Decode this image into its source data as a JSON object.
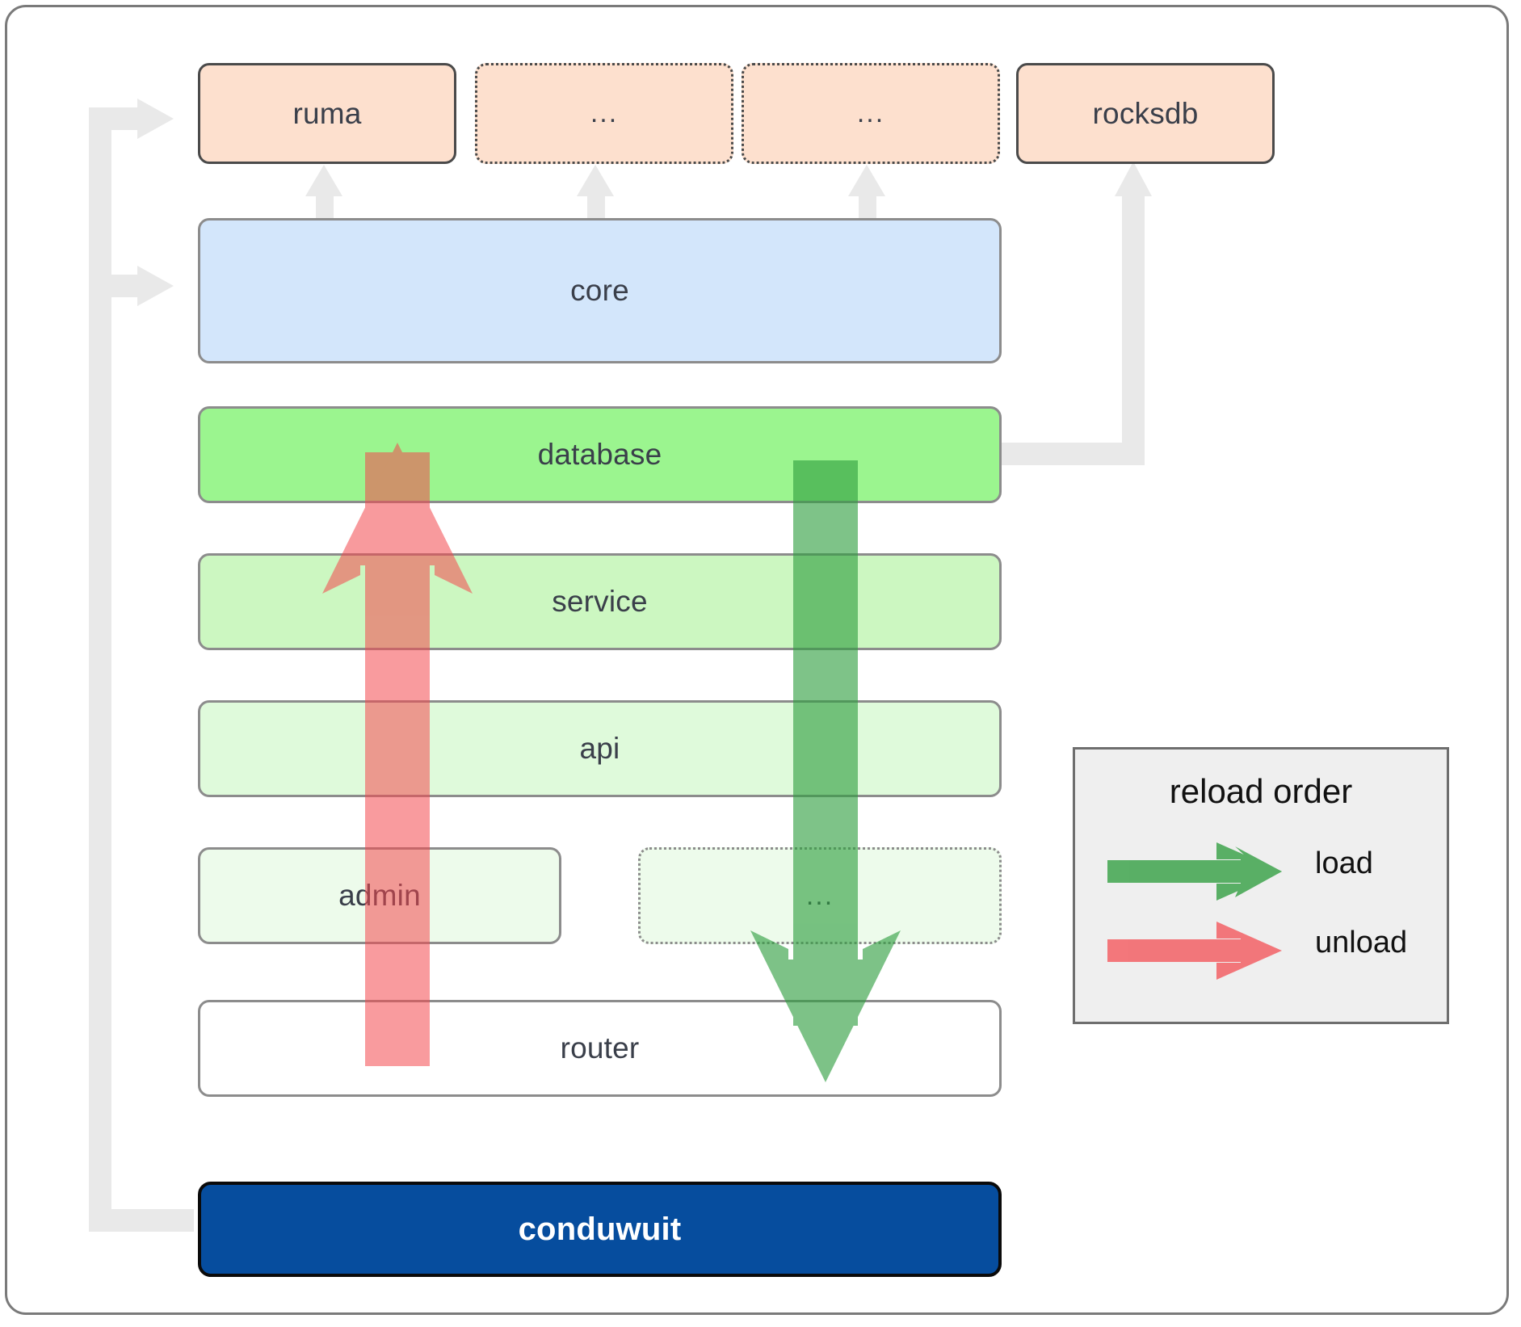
{
  "diagram": {
    "title": "conduwuit crate architecture / reload order",
    "external_crates": [
      {
        "id": "ruma",
        "label": "ruma",
        "style": "solid"
      },
      {
        "id": "ext-a",
        "label": "...",
        "style": "dotted"
      },
      {
        "id": "ext-b",
        "label": "...",
        "style": "dotted"
      },
      {
        "id": "rocksdb",
        "label": "rocksdb",
        "style": "solid"
      }
    ],
    "core_layer": {
      "id": "core",
      "label": "core"
    },
    "stack_layers": [
      {
        "id": "database",
        "label": "database",
        "style": "solid"
      },
      {
        "id": "service",
        "label": "service",
        "style": "solid"
      },
      {
        "id": "api",
        "label": "api",
        "style": "solid"
      },
      {
        "id": "admin",
        "label": "admin",
        "style": "solid"
      },
      {
        "id": "stack-ext",
        "label": "...",
        "style": "dotted"
      },
      {
        "id": "router",
        "label": "router",
        "style": "solid"
      }
    ],
    "binary": {
      "id": "conduwuit",
      "label": "conduwuit"
    },
    "legend": {
      "title": "reload order",
      "entries": [
        {
          "id": "load",
          "label": "load",
          "color": "#4caf50"
        },
        {
          "id": "unload",
          "label": "unload",
          "color": "#f4676b"
        }
      ]
    },
    "colors": {
      "peach": "#fde0ce",
      "blue": "#d3e6fb",
      "green_database": "#9bf58f",
      "green_service": "#ccf7c1",
      "green_api": "#dffadb",
      "green_admin": "#edfbeb",
      "navy": "#064d9e",
      "connector_gray": "#e8e8e8",
      "legend_bg": "#efefef",
      "load_green": "#4caf50",
      "unload_red": "#f4676b"
    }
  }
}
